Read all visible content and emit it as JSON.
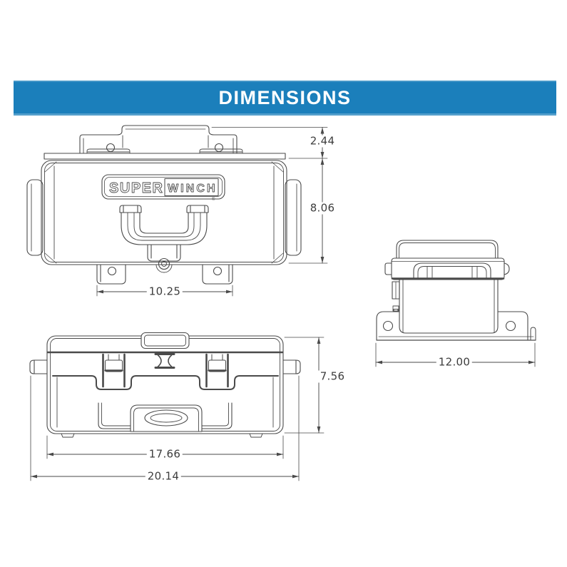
{
  "banner": {
    "title": "DIMENSIONS"
  },
  "logo": {
    "part1": "SUPER",
    "part2": "WINCH",
    "registered": "®"
  },
  "dimensions": {
    "front_bracket_height": "2.44",
    "front_body_height": "8.06",
    "front_mount_width": "10.25",
    "side_base_width": "12.00",
    "back_height": "7.56",
    "back_body_width": "17.66",
    "back_overall_width": "20.14"
  },
  "colors": {
    "banner_blue": "#1b7fbb",
    "line": "#4a4a4a",
    "dim_text": "#3d3d3d"
  }
}
